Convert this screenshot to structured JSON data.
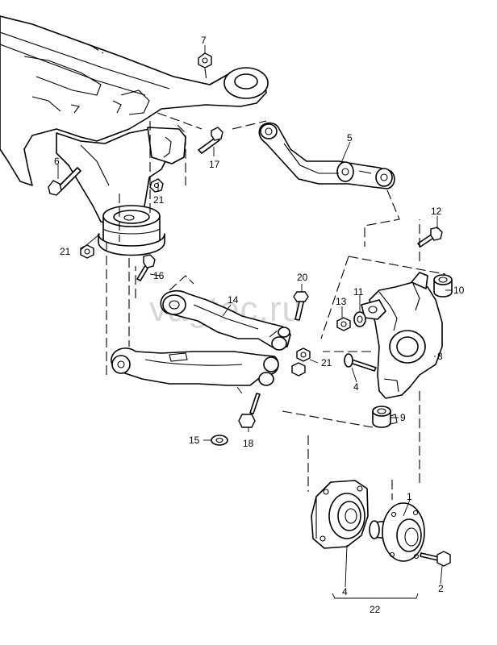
{
  "watermark": "vagtec.ru",
  "callouts": {
    "c1": "1",
    "c2": "2",
    "c4a": "4",
    "c4b": "4",
    "c5": "5",
    "c6": "6",
    "c7": "7",
    "c8": "8",
    "c9": "9",
    "c10": "10",
    "c11": "11",
    "c12": "12",
    "c13": "13",
    "c14": "14",
    "c15": "15",
    "c16": "16",
    "c17": "17",
    "c18": "18",
    "c20": "20",
    "c21a": "21",
    "c21b": "21",
    "c21c": "21",
    "c22": "22"
  },
  "icons": {
    "subframe": "subframe-crossmember",
    "upper_arm": "upper-transverse-link",
    "knuckle": "wheel-bearing-housing",
    "hub": "wheel-hub",
    "bearing": "wheel-bearing-unit"
  }
}
